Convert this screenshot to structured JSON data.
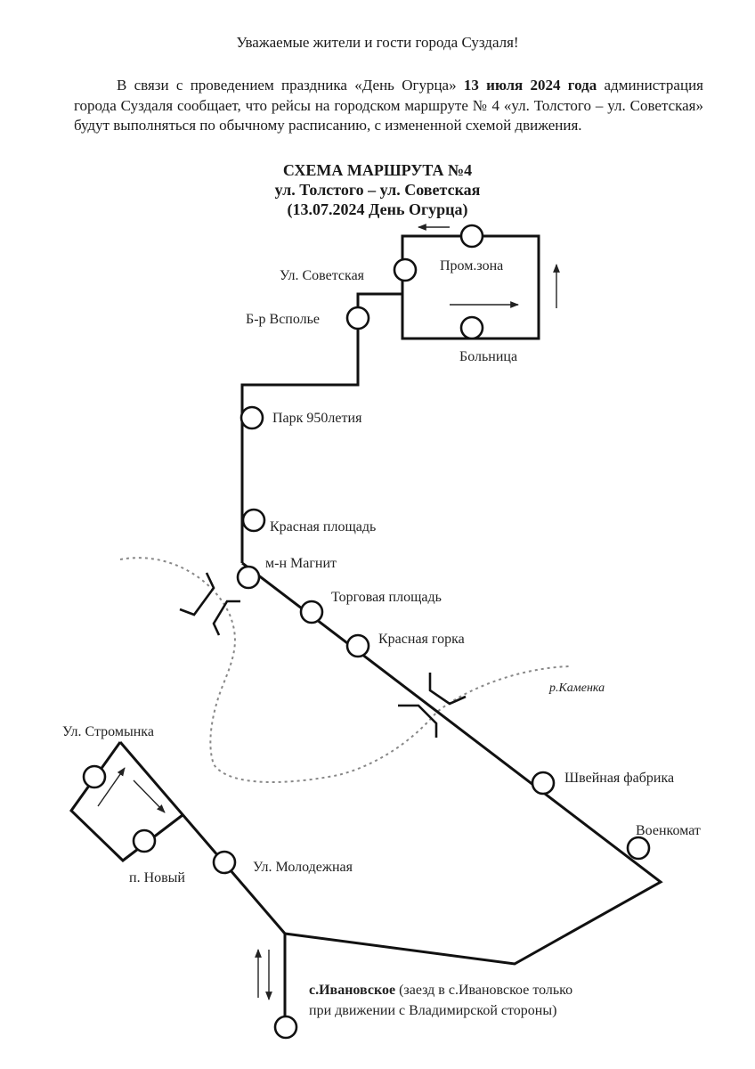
{
  "notice": {
    "greeting": "Уважаемые жители и гости города Суздаля!",
    "paragraph_parts": {
      "p1": "В связи с  проведением праздника «День Огурца» ",
      "p1_bold": "13 июля 2024 года",
      "p2": " администрация города Суздаля сообщает, что рейсы на городском маршруте № 4 «ул. Толстого – ул. Советская» будут выполняться по обычному расписанию, с измененной схемой движения."
    }
  },
  "scheme": {
    "title": "СХЕМА МАРШРУТА №4",
    "subtitle": "ул. Толстого – ул. Советская",
    "date_line": "(13.07.2024 День Огурца)"
  },
  "stops": {
    "promzona": "Пром.зона",
    "sovetskaya": "Ул. Советская",
    "vspolye": "Б-р Всполье",
    "bolnitsa": "Больница",
    "park950": "Парк 950летия",
    "krasnaya_ploshchad": "Красная площадь",
    "magnit": "м-н Магнит",
    "torgovaya": "Торговая площадь",
    "krasnaya_gorka": "Красная горка",
    "shveynaya": "Швейная фабрика",
    "voenkomat": "Военкомат",
    "stromynka": "Ул. Стромынка",
    "novy": "п. Новый",
    "molodezhnaya": "Ул. Молодежная",
    "ivanovskoe": "с.Ивановское",
    "ivanovskoe_note_1": " (заезд в с.Ивановское только",
    "ivanovskoe_note_2": "при движении с Владимирской стороны)"
  },
  "river": {
    "label": "р.Каменка"
  }
}
